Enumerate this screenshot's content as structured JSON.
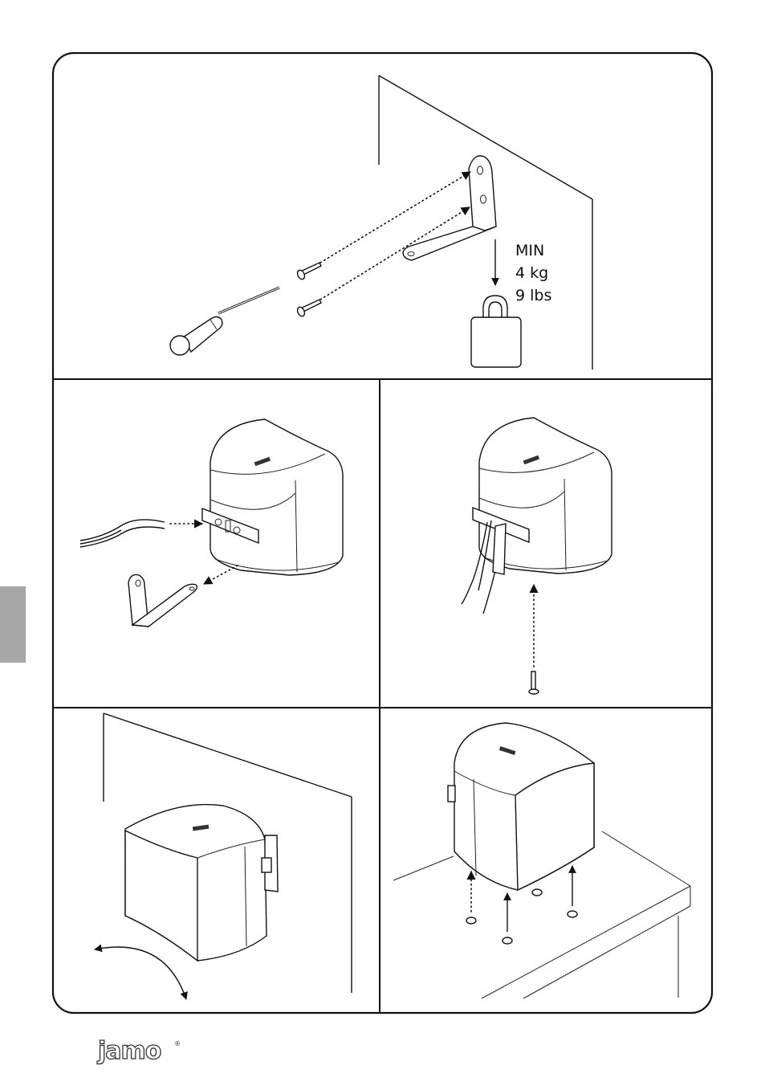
{
  "panel1": {
    "weight_label": "MIN",
    "weight_kg": "4 kg",
    "weight_lbs": "9 lbs"
  },
  "footer": {
    "brand_logo": "jamo",
    "registered_mark": "®"
  },
  "colors": {
    "line": "#111111",
    "side_tab": "#a6a6a6",
    "background": "#ffffff"
  }
}
